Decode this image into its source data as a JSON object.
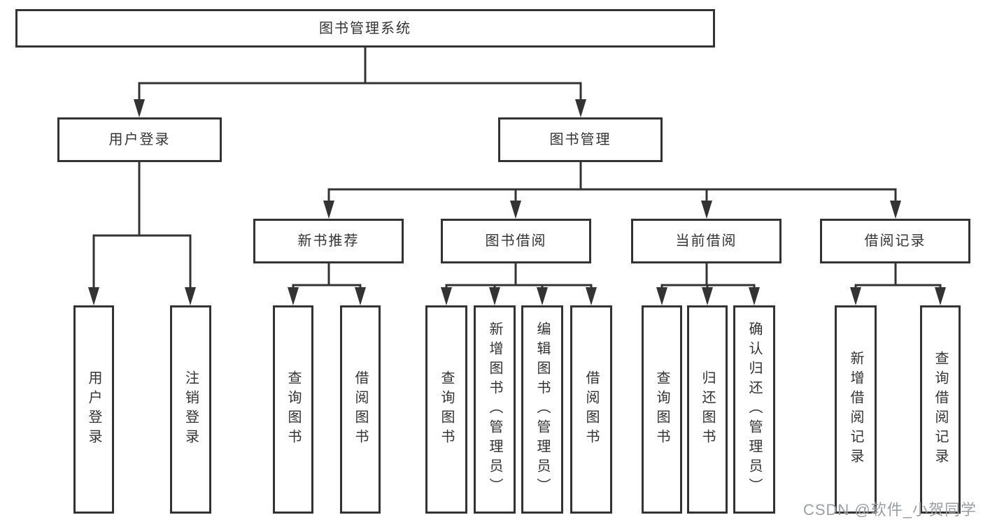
{
  "colors": {
    "line": "#333333",
    "box_border": "#333333",
    "text": "#333333",
    "watermark": "#9b9ea3",
    "background": "#ffffff"
  },
  "diagram": {
    "root": {
      "label": "图书管理系统"
    },
    "branches": [
      {
        "label": "用户登录",
        "leaves": [
          {
            "label": "用户登录"
          },
          {
            "label": "注销登录"
          }
        ]
      },
      {
        "label": "图书管理",
        "sections": [
          {
            "label": "新书推荐",
            "leaves": [
              {
                "label": "查询图书"
              },
              {
                "label": "借阅图书"
              }
            ]
          },
          {
            "label": "图书借阅",
            "leaves": [
              {
                "label": "查询图书"
              },
              {
                "label": "新增图书（管理员）"
              },
              {
                "label": "编辑图书（管理员）"
              },
              {
                "label": "借阅图书"
              }
            ]
          },
          {
            "label": "当前借阅",
            "leaves": [
              {
                "label": "查询图书"
              },
              {
                "label": "归还图书"
              },
              {
                "label": "确认归还（管理员）"
              }
            ]
          },
          {
            "label": "借阅记录",
            "leaves": [
              {
                "label": "新增借阅记录"
              },
              {
                "label": "查询借阅记录"
              }
            ]
          }
        ]
      }
    ]
  },
  "watermark": {
    "text": "CSDN @软件_小贺同学"
  }
}
